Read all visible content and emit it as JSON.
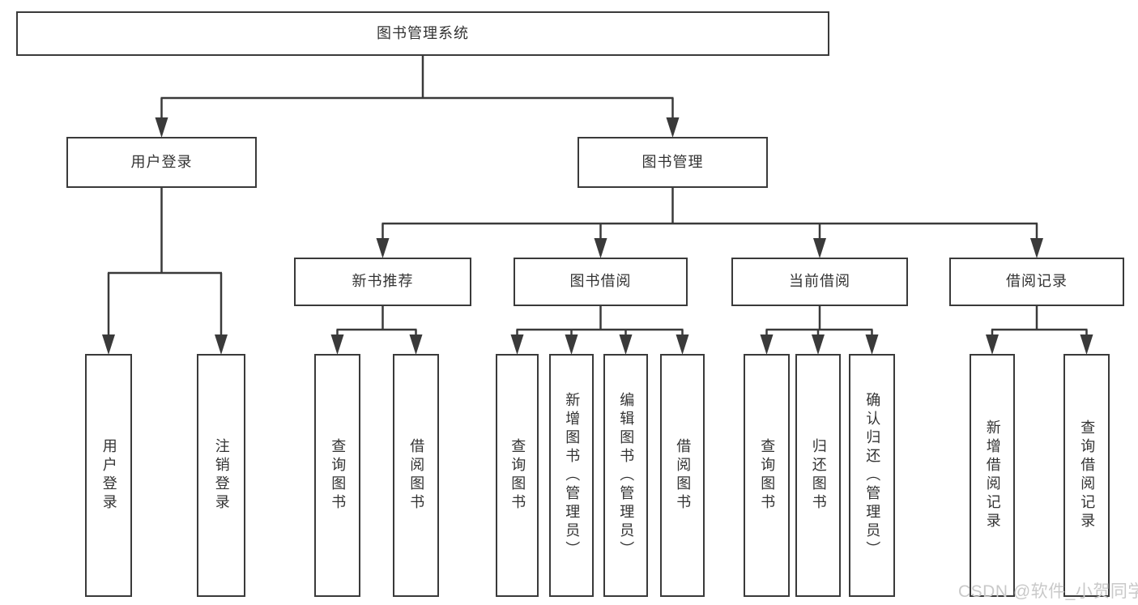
{
  "diagram": {
    "title": "图书管理系统",
    "nodes": [
      {
        "id": "root",
        "label": "图书管理系统",
        "level": 1,
        "orientation": "horizontal"
      },
      {
        "id": "user-login",
        "label": "用户登录",
        "level": 2,
        "orientation": "horizontal"
      },
      {
        "id": "book-mgmt",
        "label": "图书管理",
        "level": 2,
        "orientation": "horizontal"
      },
      {
        "id": "new-book-rec",
        "label": "新书推荐",
        "level": 3,
        "orientation": "horizontal"
      },
      {
        "id": "book-borrow",
        "label": "图书借阅",
        "level": 3,
        "orientation": "horizontal"
      },
      {
        "id": "current-borrow",
        "label": "当前借阅",
        "level": 3,
        "orientation": "horizontal"
      },
      {
        "id": "borrow-records",
        "label": "借阅记录",
        "level": 3,
        "orientation": "horizontal"
      },
      {
        "id": "user-login-leaf",
        "label": "用户登录",
        "level": 4,
        "orientation": "vertical"
      },
      {
        "id": "logout",
        "label": "注销登录",
        "level": 4,
        "orientation": "vertical"
      },
      {
        "id": "query-books-1",
        "label": "查询图书",
        "level": 4,
        "orientation": "vertical"
      },
      {
        "id": "borrow-books-1",
        "label": "借阅图书",
        "level": 4,
        "orientation": "vertical"
      },
      {
        "id": "query-books-2",
        "label": "查询图书",
        "level": 4,
        "orientation": "vertical"
      },
      {
        "id": "add-books-admin",
        "label": "新增图书（管理员）",
        "level": 4,
        "orientation": "vertical"
      },
      {
        "id": "edit-books-admin",
        "label": "编辑图书（管理员）",
        "level": 4,
        "orientation": "vertical"
      },
      {
        "id": "borrow-books-2",
        "label": "借阅图书",
        "level": 4,
        "orientation": "vertical"
      },
      {
        "id": "query-books-3",
        "label": "查询图书",
        "level": 4,
        "orientation": "vertical"
      },
      {
        "id": "return-books",
        "label": "归还图书",
        "level": 4,
        "orientation": "vertical"
      },
      {
        "id": "confirm-return-admin",
        "label": "确认归还（管理员）",
        "level": 4,
        "orientation": "vertical"
      },
      {
        "id": "add-borrow-record",
        "label": "新增借阅记录",
        "level": 4,
        "orientation": "vertical"
      },
      {
        "id": "query-borrow-record",
        "label": "查询借阅记录",
        "level": 4,
        "orientation": "vertical"
      }
    ],
    "edges": [
      {
        "parent": "root",
        "children": [
          "user-login",
          "book-mgmt"
        ]
      },
      {
        "parent": "user-login",
        "children": [
          "user-login-leaf",
          "logout"
        ]
      },
      {
        "parent": "book-mgmt",
        "children": [
          "new-book-rec",
          "book-borrow",
          "current-borrow",
          "borrow-records"
        ]
      },
      {
        "parent": "new-book-rec",
        "children": [
          "query-books-1",
          "borrow-books-1"
        ]
      },
      {
        "parent": "book-borrow",
        "children": [
          "query-books-2",
          "add-books-admin",
          "edit-books-admin",
          "borrow-books-2"
        ]
      },
      {
        "parent": "current-borrow",
        "children": [
          "query-books-3",
          "return-books",
          "confirm-return-admin"
        ]
      },
      {
        "parent": "borrow-records",
        "children": [
          "add-borrow-record",
          "query-borrow-record"
        ]
      }
    ]
  },
  "watermark": {
    "text": "CSDN @软件_小贺同学"
  },
  "colors": {
    "line": "#3a3a3a",
    "box_border": "#3a3a3a",
    "box_background": "#ffffff",
    "text": "#333333",
    "watermark": "#c9c9c9",
    "page_background": "#ffffff"
  }
}
